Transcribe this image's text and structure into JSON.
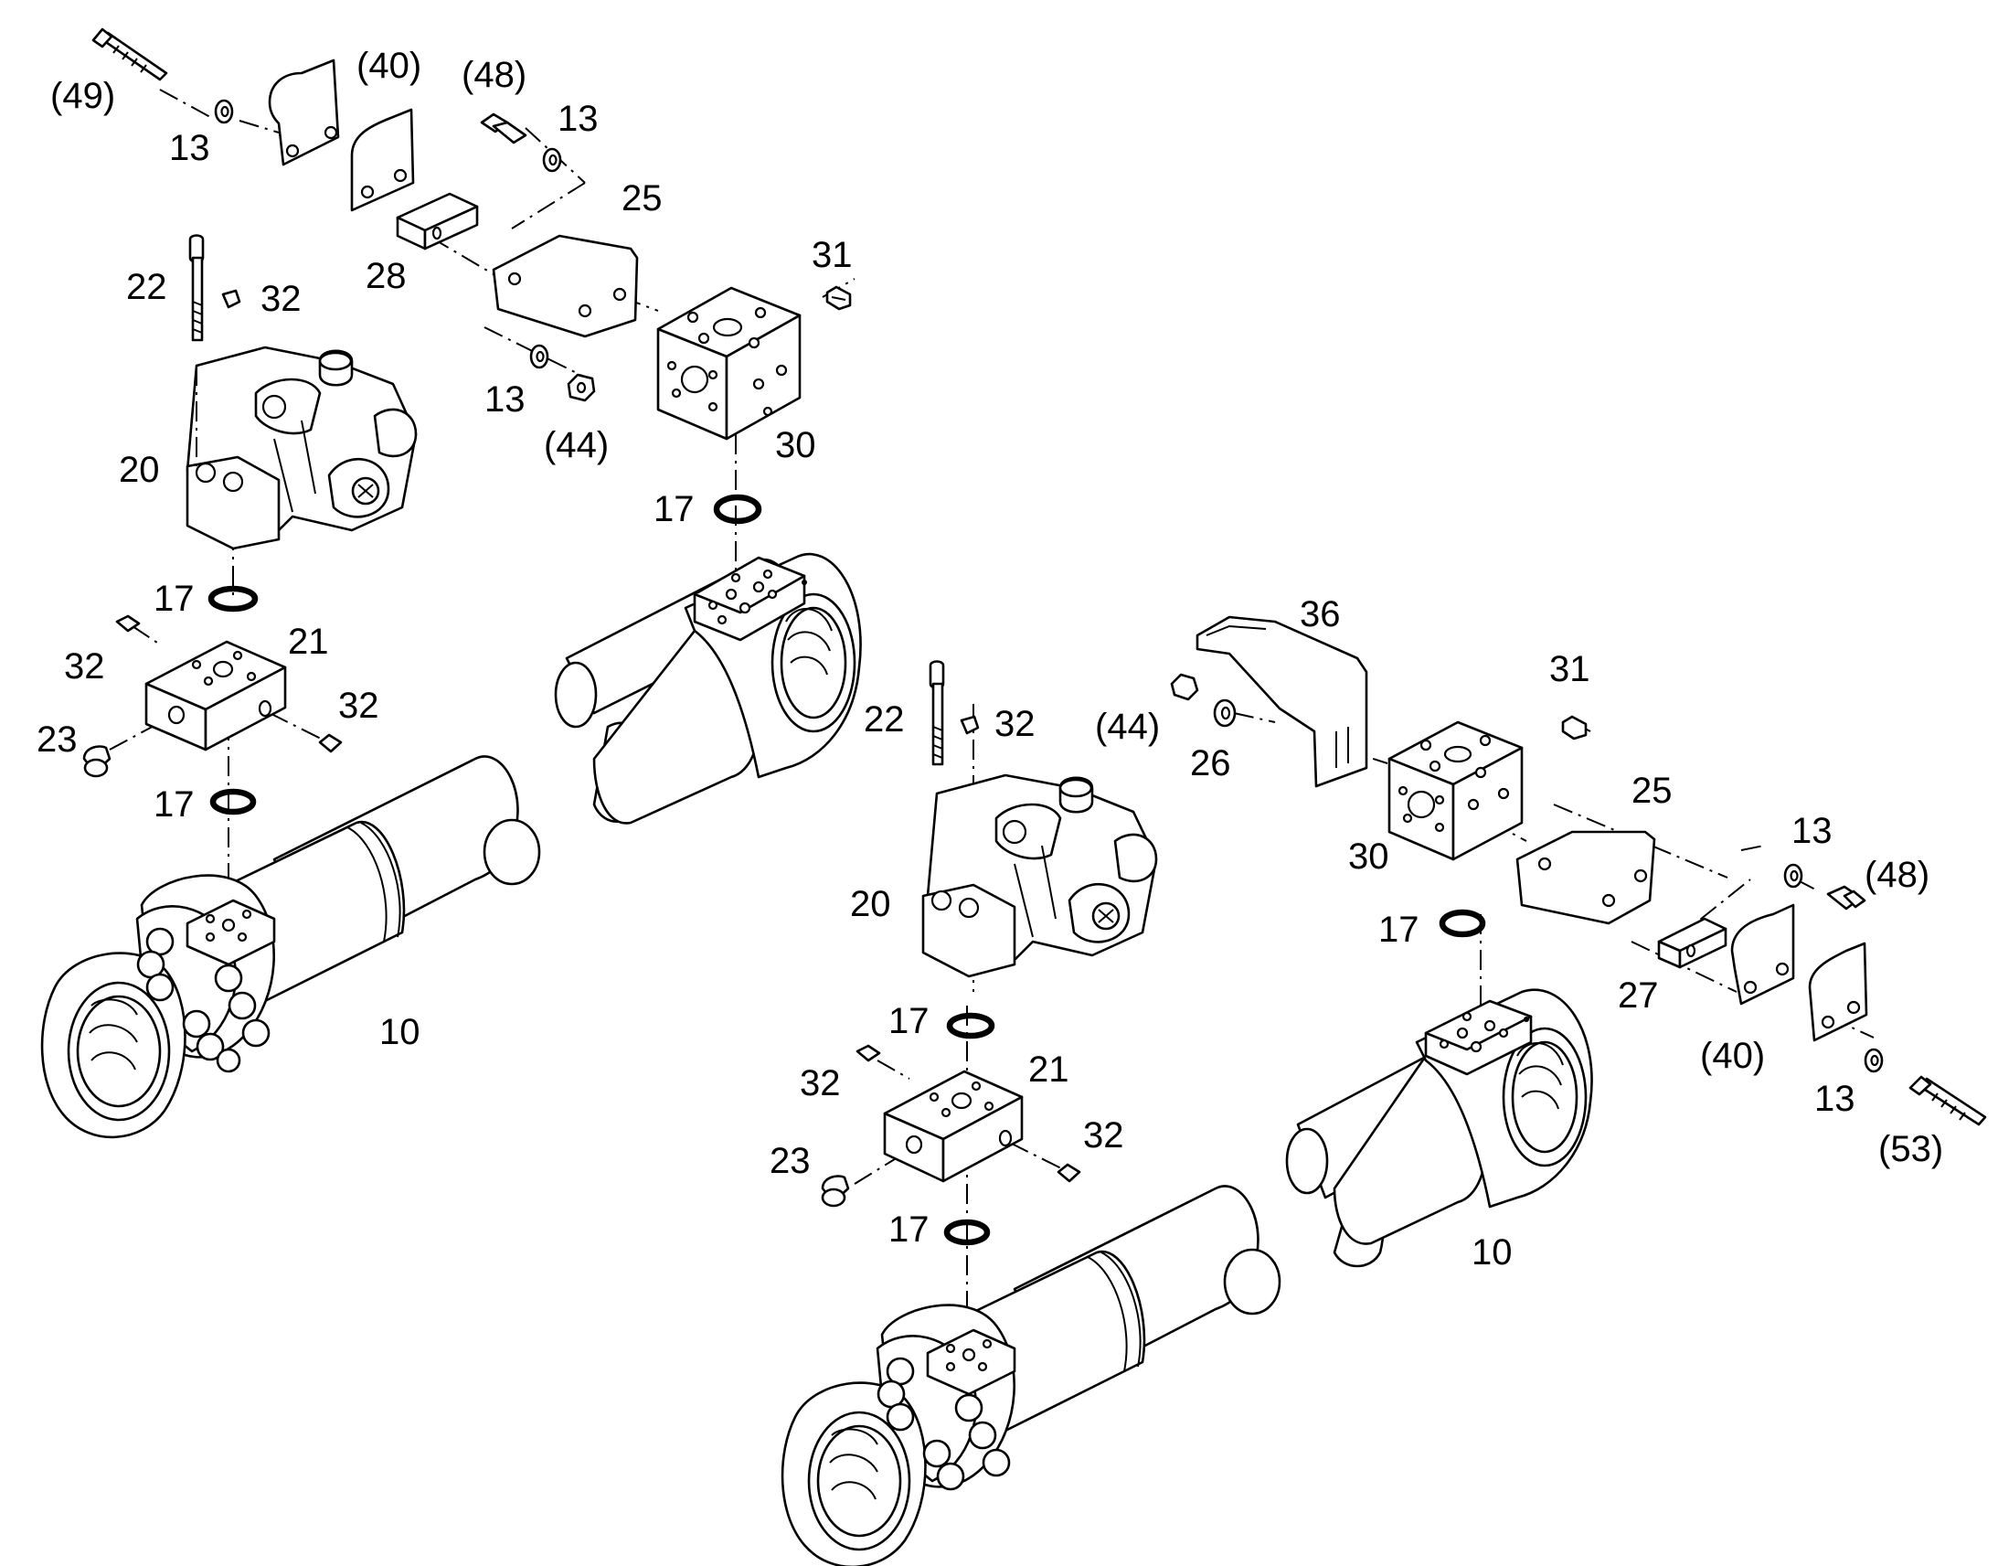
{
  "labels": {
    "l49": "(49)",
    "l40a": "(40)",
    "l48a": "(48)",
    "l13a": "13",
    "l13b": "13",
    "l25a": "25",
    "l28": "28",
    "l22a": "22",
    "l32a": "32",
    "l31a": "31",
    "l13c": "13",
    "l44a": "(44)",
    "l30a": "30",
    "l20a": "20",
    "l17a": "17",
    "l17b": "17",
    "l21a": "21",
    "l32b": "32",
    "l32c": "32",
    "l23a": "23",
    "l17c": "17",
    "l10a": "10",
    "l36": "36",
    "l31b": "31",
    "l22b": "22",
    "l32d": "32",
    "l44b": "(44)",
    "l26": "26",
    "l25b": "25",
    "l13d": "13",
    "l48b": "(48)",
    "l30b": "30",
    "l20b": "20",
    "l17d": "17",
    "l27": "27",
    "l17e": "17",
    "l21b": "21",
    "l40b": "(40)",
    "l13e": "13",
    "l32e": "32",
    "l32f": "32",
    "l23b": "23",
    "l53": "(53)",
    "l17f": "17",
    "l10b": "10"
  },
  "icons": [
    "bolt-icon",
    "washer-icon",
    "nut-icon",
    "plug-icon",
    "clamp-icon",
    "bracket-icon",
    "o-ring-icon",
    "valve-block-icon",
    "cylinder-icon"
  ]
}
